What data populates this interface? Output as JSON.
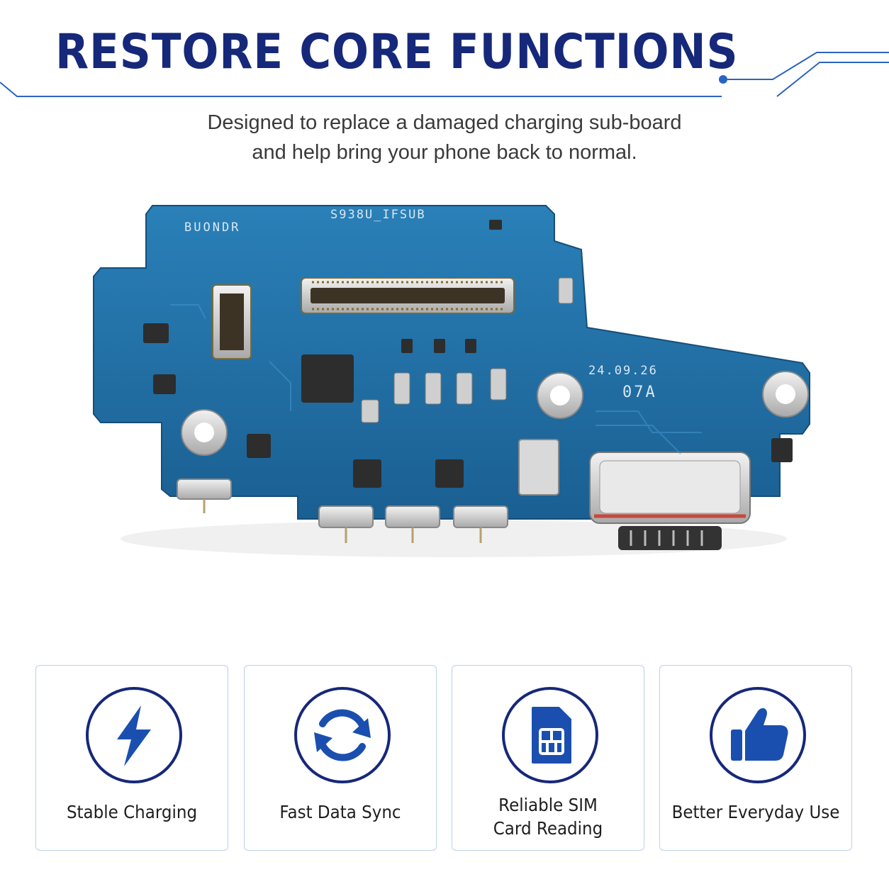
{
  "header": {
    "title": "RESTORE CORE FUNCTIONS",
    "subtitle_lines": [
      "Designed to replace a damaged charging sub-board",
      "and help bring your phone back to normal."
    ]
  },
  "board": {
    "model_label": "S938U_IFSUB",
    "code_label": "BUONDR",
    "date_label": "24.09.26",
    "rev_label": "07A"
  },
  "features": [
    {
      "icon": "lightning-bolt-icon",
      "label": "Stable Charging"
    },
    {
      "icon": "sync-arrows-icon",
      "label": "Fast Data Sync"
    },
    {
      "icon": "sim-card-icon",
      "label_lines": [
        "Reliable SIM",
        "Card Reading"
      ]
    },
    {
      "icon": "thumbs-up-icon",
      "label": "Better Everyday Use"
    }
  ],
  "colors": {
    "brand_navy": "#16287a",
    "icon_blue": "#1a4fb0",
    "circuit_line": "#2b63c4",
    "card_border": "#bcd1ea",
    "pcb_blue": "#1f6fa6"
  }
}
